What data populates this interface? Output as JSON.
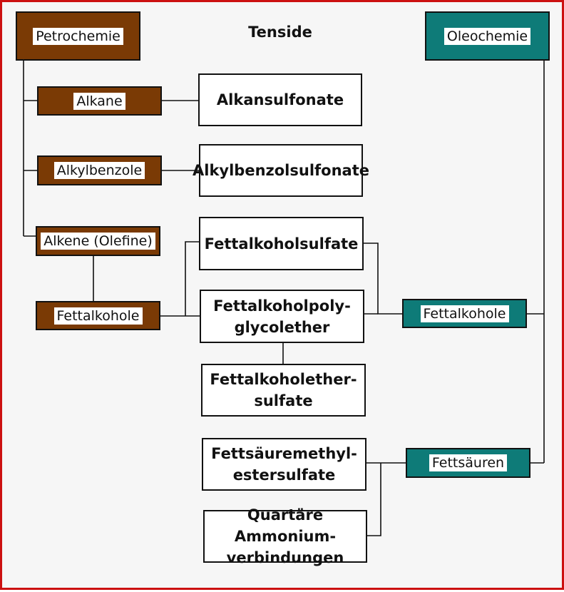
{
  "title": "Tenside",
  "colors": {
    "petro": "#7a3a05",
    "oleo": "#0e7b78",
    "frame": "#cc1111"
  },
  "sources": {
    "petrochemie": "Petrochemie",
    "oleochemie": "Oleochemie"
  },
  "raw_materials": {
    "alkane": "Alkane",
    "alkylbenzole": "Alkylbenzole",
    "alkene": "Alkene (Olefine)",
    "fettalkohole_petro": "Fettalkohole",
    "fettalkohole_oleo": "Fettalkohole",
    "fettsaeuren": "Fettsäuren"
  },
  "products": {
    "alkansulfonate": "Alkansulfonate",
    "alkylbenzolsulfonate": "Alkylbenzolsulfonate",
    "fettalkoholsulfate": "Fettalkoholsulfate",
    "fettalkoholpolyglycolether": [
      "Fettalkoholpoly-",
      "glycolether"
    ],
    "fettalkoholethersulfate": [
      "Fettalkoholether-",
      "sulfate"
    ],
    "fettsaeuremethylestersulfate": [
      "Fettsäuremethyl-",
      "estersulfate"
    ],
    "quartaere_ammonium": [
      "Quartäre Ammonium-",
      "verbindungen"
    ]
  }
}
